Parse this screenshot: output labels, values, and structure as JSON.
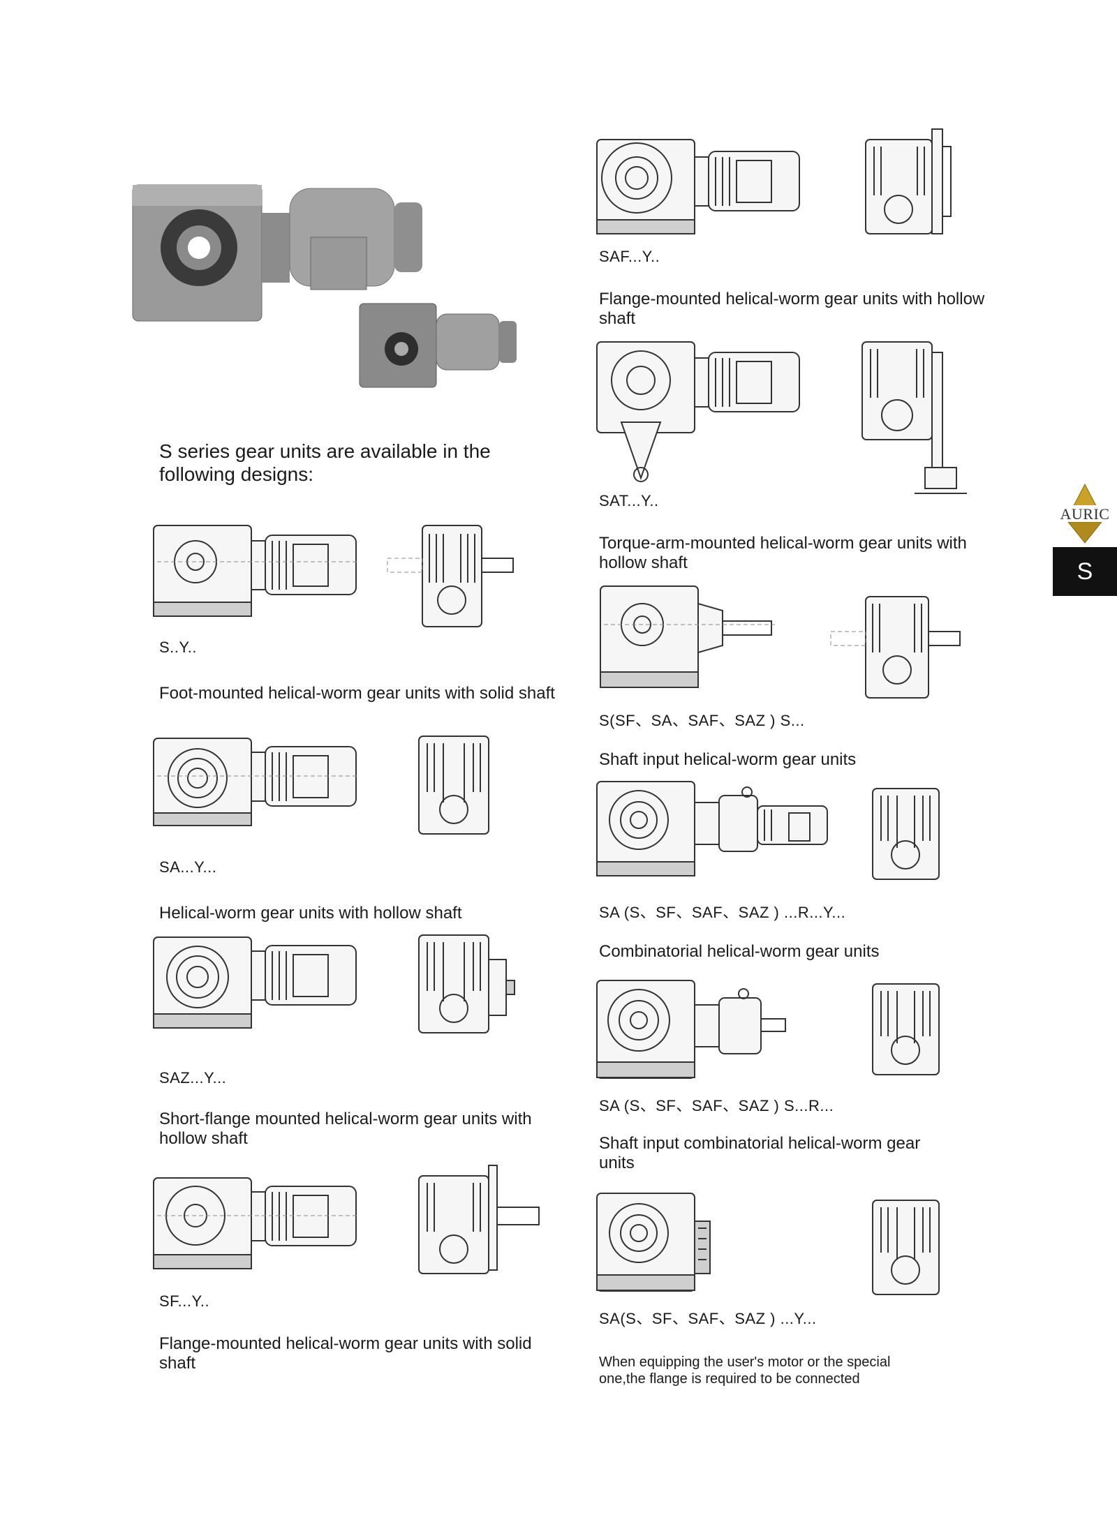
{
  "intro": {
    "text": "S series gear units are available in the following designs:"
  },
  "left_column": [
    {
      "code": "S..Y..",
      "description": "Foot-mounted helical-worm gear units with solid shaft"
    },
    {
      "code": "SA...Y...",
      "description": "Helical-worm gear units with hollow shaft"
    },
    {
      "code": "SAZ...Y...",
      "description": "Short-flange mounted helical-worm gear units with hollow shaft"
    },
    {
      "code": "SF...Y..",
      "description": "Flange-mounted helical-worm gear units with solid shaft"
    }
  ],
  "right_column": [
    {
      "code": "SAF...Y..",
      "description": "Flange-mounted helical-worm gear units with hollow shaft"
    },
    {
      "code": "SAT...Y..",
      "description": "Torque-arm-mounted helical-worm gear units with hollow shaft"
    },
    {
      "code": "S(SF、SA、SAF、SAZ ) S...",
      "description": "Shaft input helical-worm gear units"
    },
    {
      "code": "SA (S、SF、SAF、SAZ ) ...R...Y...",
      "description": "Combinatorial helical-worm gear units"
    },
    {
      "code": "SA (S、SF、SAF、SAZ ) S...R...",
      "description": "Shaft input combinatorial helical-worm gear units"
    },
    {
      "code": "SA(S、SF、SAF、SAZ ) ...Y...",
      "description": "When equipping the user's motor or the special one,the flange is required to be connected"
    }
  ],
  "side_tab": {
    "logo_text": "AURIC",
    "section_letter": "S"
  },
  "colors": {
    "tab_dark": "#111111",
    "logo_gold": "#c9a227",
    "text": "#1a1a1a"
  }
}
